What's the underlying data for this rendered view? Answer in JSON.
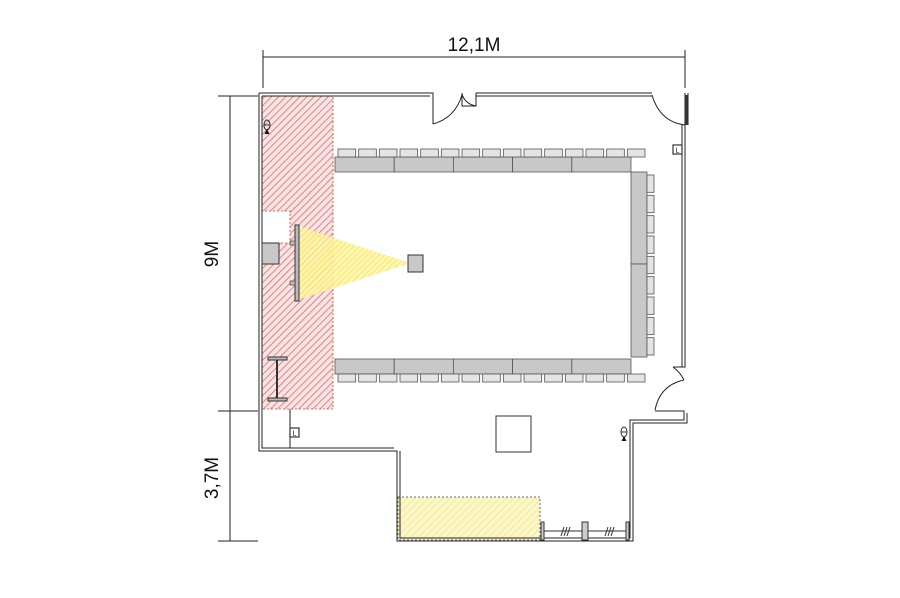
{
  "dimensions": {
    "width_label": "12,1M",
    "main_depth_label": "9M",
    "annex_depth_label": "3,7M"
  },
  "markers": {
    "outlet_label": "L"
  },
  "layout": {
    "top_row_chairs": 15,
    "bottom_row_chairs": 15,
    "side_column_chairs": 9,
    "top_row_table_segments": 5
  },
  "colors": {
    "wall": "#222222",
    "table_fill": "#c8c8c8",
    "stage_zone": "#e06060",
    "projection_zone": "#f5dc20",
    "storage_zone": "#eee060"
  }
}
